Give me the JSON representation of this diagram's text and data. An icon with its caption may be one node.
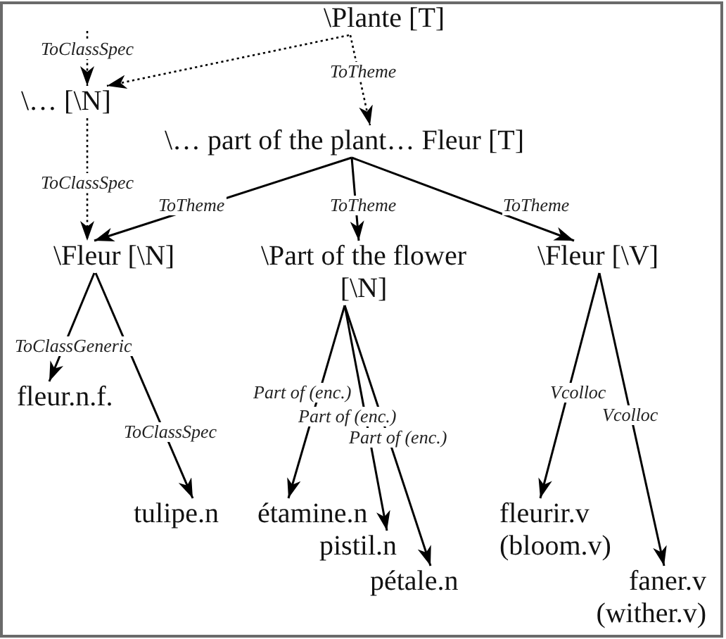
{
  "diagram": {
    "nodes": [
      {
        "text": [
          "\\Plante [T]"
        ]
      },
      {
        "text": [
          "\\… [\\N]"
        ]
      },
      {
        "text": [
          "\\… part of the plant… Fleur [T]"
        ]
      },
      {
        "text": [
          "\\Fleur [\\N]"
        ]
      },
      {
        "text": [
          "\\Part of the flower [\\N]"
        ]
      },
      {
        "text": [
          "\\Fleur [\\V]"
        ]
      },
      {
        "text": [
          "fleur.n.f."
        ]
      },
      {
        "text": [
          "tulipe.n"
        ]
      },
      {
        "text": [
          "étamine.n"
        ]
      },
      {
        "text": [
          "pistil.n"
        ]
      },
      {
        "text": [
          "pétale.n"
        ]
      },
      {
        "text": [
          "fleurir.v (bloom.v)"
        ]
      },
      {
        "text": [
          "faner.v (wither.v)"
        ]
      }
    ],
    "edges": [
      {
        "from": null,
        "to": 1,
        "arrow": "to",
        "label": "ToClassSpec",
        "style": "dashed"
      },
      {
        "from": 0,
        "to": 1,
        "arrow": "to",
        "style": "dashed"
      },
      {
        "from": 0,
        "to": 2,
        "arrow": "to",
        "label": "ToTheme",
        "style": "dashed"
      },
      {
        "from": 1,
        "to": 3,
        "arrow": "to",
        "label": "ToClassSpec",
        "style": "dashed"
      },
      {
        "from": 2,
        "to": 3,
        "arrow": "to",
        "label": "ToTheme"
      },
      {
        "from": 2,
        "to": 4,
        "arrow": "to",
        "label": "ToTheme"
      },
      {
        "from": 2,
        "to": 5,
        "arrow": "to",
        "label": "ToTheme"
      },
      {
        "from": 3,
        "to": 6,
        "arrow": "to",
        "label": "ToClassGeneric"
      },
      {
        "from": 3,
        "to": 7,
        "arrow": "to",
        "label": "ToClassSpec"
      },
      {
        "from": 4,
        "to": 8,
        "arrow": "to",
        "label": "Part of (enc.)"
      },
      {
        "from": 4,
        "to": 9,
        "arrow": "to",
        "label": "Part of (enc.)"
      },
      {
        "from": 4,
        "to": 10,
        "arrow": "to",
        "label": "Part of (enc.)"
      },
      {
        "from": 5,
        "to": 11,
        "arrow": "to",
        "label": "Vcolloc"
      },
      {
        "from": 5,
        "to": 12,
        "arrow": "to",
        "label": "Vcolloc"
      }
    ]
  }
}
